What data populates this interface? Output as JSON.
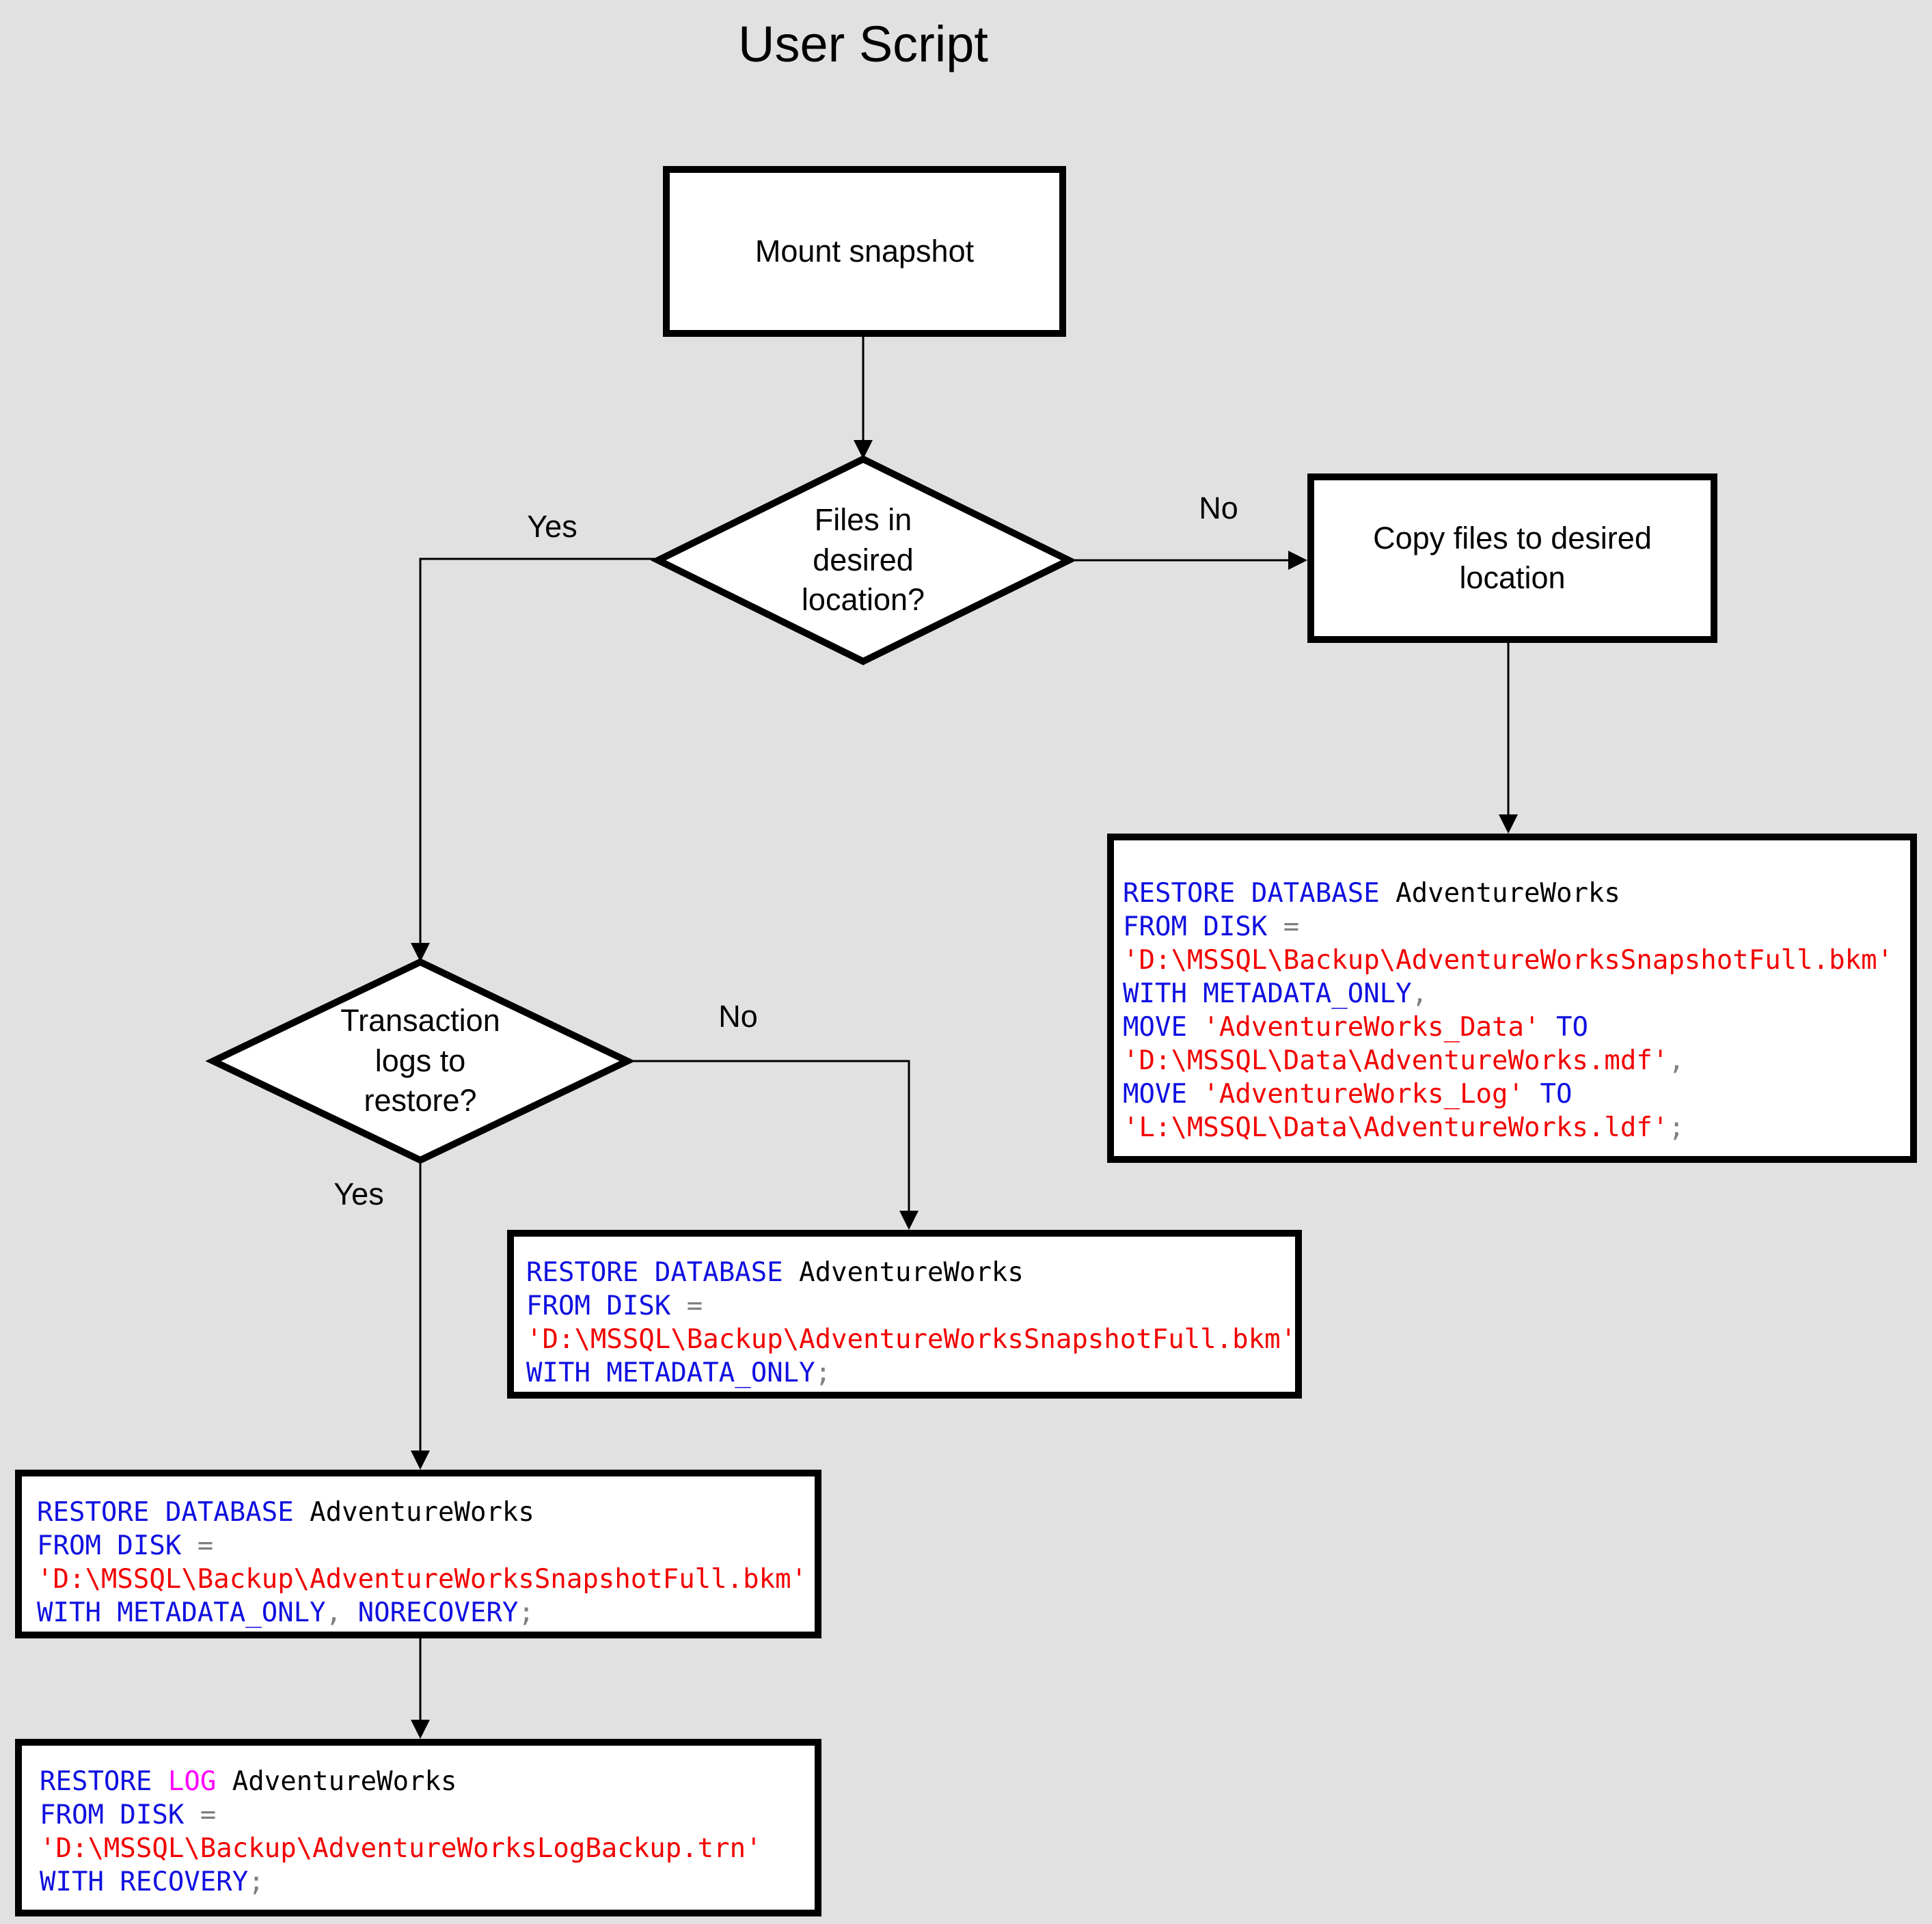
{
  "title": "User Script",
  "colors": {
    "canvas_bg": "#e1e1e1",
    "node_fill": "#ffffff",
    "node_border": "#000000",
    "keyword": "#1010e0",
    "string": "#f20000",
    "operator": "#7f7f7f",
    "builtin_function": "#ff00ff",
    "identifier": "#000000"
  },
  "nodes": {
    "mount_snapshot": {
      "label": "Mount snapshot"
    },
    "files_decision": {
      "label": "Files in desired location?"
    },
    "copy_files": {
      "label": "Copy files to desired location"
    },
    "logs_decision": {
      "label": "Transaction logs to restore?"
    }
  },
  "edge_labels": {
    "files_yes": "Yes",
    "files_no": "No",
    "logs_no": "No",
    "logs_yes": "Yes"
  },
  "code_boxes": {
    "restore_with_move": {
      "lines": [
        [
          {
            "t": "RESTORE DATABASE",
            "c": "kw"
          },
          {
            "t": " AdventureWorks",
            "c": "id"
          }
        ],
        [
          {
            "t": "FROM DISK",
            "c": "kw"
          },
          {
            "t": " =",
            "c": "op"
          }
        ],
        [
          {
            "t": "'D:\\MSSQL\\Backup\\AdventureWorksSnapshotFull.bkm'",
            "c": "str"
          }
        ],
        [
          {
            "t": "WITH METADATA_ONLY",
            "c": "kw"
          },
          {
            "t": ",",
            "c": "op"
          }
        ],
        [
          {
            "t": "MOVE",
            "c": "kw"
          },
          {
            "t": " 'AdventureWorks_Data'",
            "c": "str"
          },
          {
            "t": " TO",
            "c": "kw"
          }
        ],
        [
          {
            "t": "'D:\\MSSQL\\Data\\AdventureWorks.mdf'",
            "c": "str"
          },
          {
            "t": ",",
            "c": "op"
          }
        ],
        [
          {
            "t": "MOVE",
            "c": "kw"
          },
          {
            "t": " 'AdventureWorks_Log'",
            "c": "str"
          },
          {
            "t": " TO",
            "c": "kw"
          }
        ],
        [
          {
            "t": "'L:\\MSSQL\\Data\\AdventureWorks.ldf'",
            "c": "str"
          },
          {
            "t": ";",
            "c": "op"
          }
        ]
      ]
    },
    "restore_metadata_only": {
      "lines": [
        [
          {
            "t": "RESTORE DATABASE",
            "c": "kw"
          },
          {
            "t": " AdventureWorks",
            "c": "id"
          }
        ],
        [
          {
            "t": "FROM DISK",
            "c": "kw"
          },
          {
            "t": " =",
            "c": "op"
          }
        ],
        [
          {
            "t": "'D:\\MSSQL\\Backup\\AdventureWorksSnapshotFull.bkm'",
            "c": "str"
          }
        ],
        [
          {
            "t": "WITH METADATA_ONLY",
            "c": "kw"
          },
          {
            "t": ";",
            "c": "op"
          }
        ]
      ]
    },
    "restore_norecovery": {
      "lines": [
        [
          {
            "t": "RESTORE DATABASE",
            "c": "kw"
          },
          {
            "t": " AdventureWorks",
            "c": "id"
          }
        ],
        [
          {
            "t": "FROM DISK",
            "c": "kw"
          },
          {
            "t": " =",
            "c": "op"
          }
        ],
        [
          {
            "t": "'D:\\MSSQL\\Backup\\AdventureWorksSnapshotFull.bkm'",
            "c": "str"
          }
        ],
        [
          {
            "t": "WITH METADATA_ONLY",
            "c": "kw"
          },
          {
            "t": ",",
            "c": "op"
          },
          {
            "t": " NORECOVERY",
            "c": "kw"
          },
          {
            "t": ";",
            "c": "op"
          }
        ]
      ]
    },
    "restore_log": {
      "lines": [
        [
          {
            "t": "RESTORE",
            "c": "kw"
          },
          {
            "t": " LOG",
            "c": "fn"
          },
          {
            "t": " AdventureWorks",
            "c": "id"
          }
        ],
        [
          {
            "t": "FROM DISK",
            "c": "kw"
          },
          {
            "t": " =",
            "c": "op"
          }
        ],
        [
          {
            "t": "'D:\\MSSQL\\Backup\\AdventureWorksLogBackup.trn'",
            "c": "str"
          }
        ],
        [
          {
            "t": "WITH RECOVERY",
            "c": "kw"
          },
          {
            "t": ";",
            "c": "op"
          }
        ]
      ]
    }
  }
}
